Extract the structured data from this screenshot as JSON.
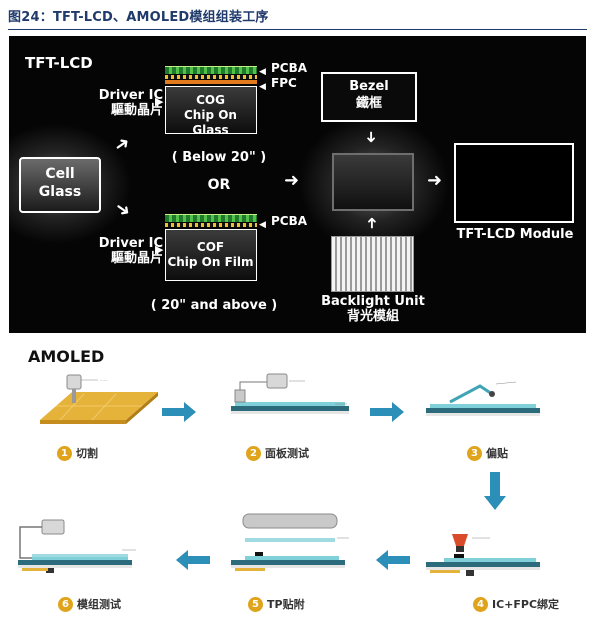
{
  "figure": {
    "title": "图24：TFT-LCD、AMOLED模组组装工序"
  },
  "tft_lcd": {
    "title": "TFT-LCD",
    "cell_glass": [
      "Cell",
      "Glass"
    ],
    "driver_ic_top": [
      "Driver IC",
      "驅動晶片"
    ],
    "driver_ic_bottom": [
      "Driver IC",
      "驅動晶片"
    ],
    "pcba_top": "PCBA",
    "fpc": "FPC",
    "cog": [
      "COG",
      "Chip On Glass"
    ],
    "cog_size": "( Below 20\" )",
    "or": "OR",
    "pcba_bottom": "PCBA",
    "cof": [
      "COF",
      "Chip On Film"
    ],
    "cof_size": "( 20\" and above )",
    "bezel": [
      "Bezel",
      "鐵框"
    ],
    "backlight": [
      "Backlight Unit",
      "背光模組"
    ],
    "module": "TFT-LCD Module"
  },
  "amoled": {
    "title": "AMOLED",
    "steps": [
      {
        "num": "1",
        "label": "切割"
      },
      {
        "num": "2",
        "label": "面板测试"
      },
      {
        "num": "3",
        "label": "偏贴"
      },
      {
        "num": "4",
        "label": "IC+FPC绑定"
      },
      {
        "num": "5",
        "label": "TP贴附"
      },
      {
        "num": "6",
        "label": "模组测试"
      }
    ]
  },
  "colors": {
    "title_blue": "#1f3a6b",
    "step_badge": "#e0a31c",
    "flow_arrow": "#2b8fb7",
    "glass_teal": "#7fd0d8",
    "plate_yellow": "#e6b33a"
  }
}
